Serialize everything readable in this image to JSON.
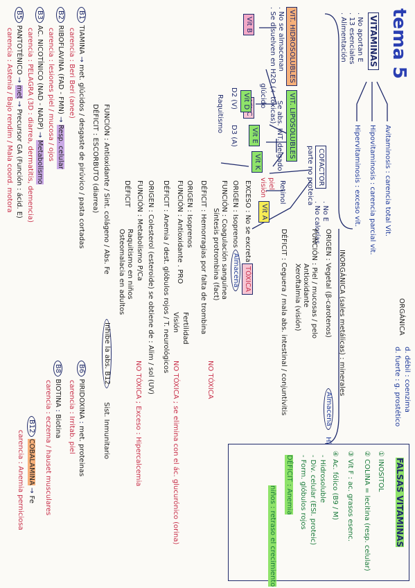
{
  "title": "tema 5",
  "vitaminas": {
    "label": "VITAMINAS",
    "props": [
      ". No aportan E",
      ". 13 esenciales",
      ". Alimentación"
    ],
    "states": [
      "Avitaminosis : carencia total Vit.",
      "Hipovitaminosis : carencia parcial vit.",
      "Hipervitaminosis : exceso vit."
    ]
  },
  "cofactor": {
    "label": "COFACTOR",
    "note": "parte no proteica",
    "props": [
      ". No E",
      ". No calorías"
    ]
  },
  "cofactor_types": {
    "organica": "ORGÁNICA",
    "organica_sub": [
      "d. débil : coenzima",
      "d. fuerte : g. prostético"
    ],
    "inorganica": "INORGÁNICA (sales metálicas) : minerales"
  },
  "hidro": {
    "label": "VIT. HIDROSOLUBLES",
    "props": [
      ". No se almacenan",
      ". Se disuelven en H2O (+ tóxicas)"
    ],
    "b": "Vit B",
    "c": "Vit C",
    "c_note": "glúcido",
    "c_funcion": "FUNCIÓN : Antioxidante / Sint. colágeno / Abs. Fe",
    "c_inhibe": "Inhibe la abs. B12",
    "c_sist": "Sist. Inmunitario",
    "c_deficit": "DÉFICIT : ESCORBUTO (diarrea)"
  },
  "lipo": {
    "label": "VIT. LIPOSOLUBLES",
    "note": "Se abs. INT. delgado",
    "a": "Vit A",
    "a_retinol": "Retinol",
    "a_sub": [
      "piel",
      "visión"
    ],
    "a_origen": "ORIGEN : Vegetal (β-carotenos)",
    "a_higado": "Hígado",
    "a_almacena": "Almacena",
    "a_funcion": "FUNCIÓN : Piel / mucosas / pelo",
    "a_funcion2": "Antioxidante",
    "a_funcion3": "Xeroftalmia (visión)",
    "a_deficit": "DÉFICIT : Ceguera / mala abs. intestinal / conjuntivitis",
    "a_exceso": "EXCESO : No se excreta",
    "a_toxica": "TÓXICA",
    "k": "Vit K",
    "k_origen": "ORIGEN : Isoprenos",
    "k_almacena": "Almacena",
    "k_funcion": "FUNCIÓN : Coagulación sanguínea",
    "k_funcion2": "Síntesis protrombina (fact)",
    "k_deficit": "DÉFICIT : Hemorragias por falta de trombina",
    "k_notoxica": "NO TÓXICA",
    "e": "Vit E",
    "e_origen": "ORIGEN : Isoprenos",
    "e_funcion": "FUNCIÓN : Antioxidante . PRO",
    "e_pro": [
      "Fertilidad",
      "Visión"
    ],
    "e_deficit": "DÉFICIT : Anemia / dest. glóbulos rojos / T. neurológicos",
    "e_notoxica": "NO TÓXICA ; se elimina con el ác. glucurónico (orina)",
    "d": "Vit D",
    "d_sub": [
      "D2 (V)",
      "D3 (A)"
    ],
    "d_raq": "Raquitismo",
    "d_origen": "ORIGEN : Colesterol (esteroide) se obtiene de : Alim / sol (UV)",
    "d_funcion": "FUNCIÓN : Metabolismo P/Ca",
    "d_deficit": "DÉFICIT",
    "d_deficit_sub": [
      "Raquitismo en niños",
      "Osteomalacia en adultos"
    ],
    "d_notoxica": "NO TÓXICA ; Exceso : Hipercalcemia"
  },
  "bvits": [
    {
      "code": "B1",
      "name": "TIAMINA",
      "arrow": "met. glúcidos / desgaste de pirúvico / pasta cortadas",
      "line2": "carencia : Beri Beri (anee)"
    },
    {
      "code": "B2",
      "name": "RIBOFLAVINA (FAD - FMN)",
      "arrow": "Resp. celular",
      "line2": "carencia : lesiones piel / mucosa / ojos"
    },
    {
      "code": "B3",
      "name": "AC. NICOTÍNICO (NAD - NADP)",
      "arrow": "Metabolismo",
      "line2": "carencia : PELAGRA (3D : diarrea, dermatitis, demencia)"
    },
    {
      "code": "B5",
      "name": "PANTOTÉNICO",
      "arrow": "met",
      "line3": "Precursor GA (Función : ácid. E)",
      "line2": "carencia : Astenia / Bajo rendim / Mala coord. motora"
    },
    {
      "code": "B6",
      "name": "PIRIDOXINA",
      "arrow": "met. proteinas",
      "line2": "carencia : Irritab. piel"
    },
    {
      "code": "B8",
      "name": "BIOTINA",
      "arrow": "Biotina",
      "line2": "carencia : eczema / hauset musculares"
    },
    {
      "code": "B12",
      "name": "COBALAMINA",
      "arrow": "Fe",
      "line2": "carencia : Anemia perniciosa"
    }
  ],
  "falsas": {
    "title": "FALSAS VITAMINAS",
    "items": [
      "① INOSITOL",
      "② COLINA = lecitina (resp. celular)",
      "③ Vit F : ac. grasos esenc.",
      "④ Ac. fólico (B9 / M)",
      "- Hidrosoluble",
      "- Div. celular (ESI. proteic)",
      "- Form. glóbulos rojos"
    ],
    "deficit": "DÉFICIT : Anemia",
    "ninos": "niños : retraso el crecimiento"
  }
}
